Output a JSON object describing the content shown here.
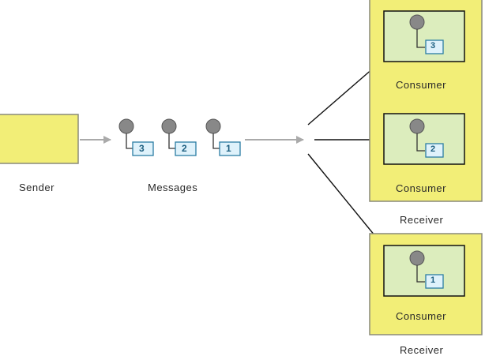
{
  "colors": {
    "yellow": "#f2ee77",
    "yellow_border": "#8a8a7a",
    "green": "#dcedbd",
    "dark": "#111111",
    "arrow_gray": "#aaaaaa",
    "circle": "#888888",
    "tag_fill": "#dff2fb",
    "tag_border": "#2b7da3"
  },
  "sender": {
    "label": "Sender"
  },
  "messages": {
    "label": "Messages",
    "items": [
      {
        "id": "3"
      },
      {
        "id": "2"
      },
      {
        "id": "1"
      }
    ]
  },
  "receivers": [
    {
      "consumer_label": "Consumer",
      "receiver_label": "",
      "message_id": "3"
    },
    {
      "consumer_label": "Consumer",
      "receiver_label": "Receiver",
      "message_id": "2"
    },
    {
      "consumer_label": "Consumer",
      "receiver_label": "Receiver",
      "message_id": "1"
    }
  ]
}
